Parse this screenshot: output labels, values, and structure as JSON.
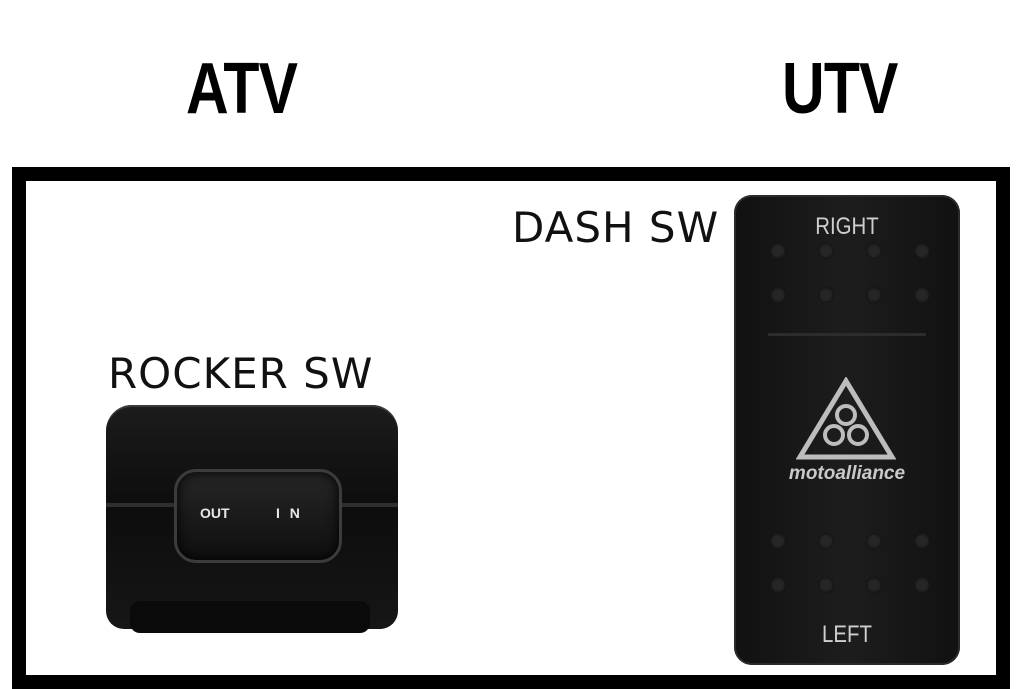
{
  "headings": {
    "atv": "ATV",
    "utv": "UTV"
  },
  "atv": {
    "label": "ROCKER SW",
    "switch_markings": {
      "left": "OUT",
      "right": "I N"
    }
  },
  "utv": {
    "label": "DASH SW",
    "switch_markings": {
      "top": "RIGHT",
      "bottom": "LEFT",
      "brand": "motoalliance"
    }
  },
  "colors": {
    "frame": "#000000",
    "switch_body": "#141414",
    "switch_text": "#cfcfcf"
  }
}
